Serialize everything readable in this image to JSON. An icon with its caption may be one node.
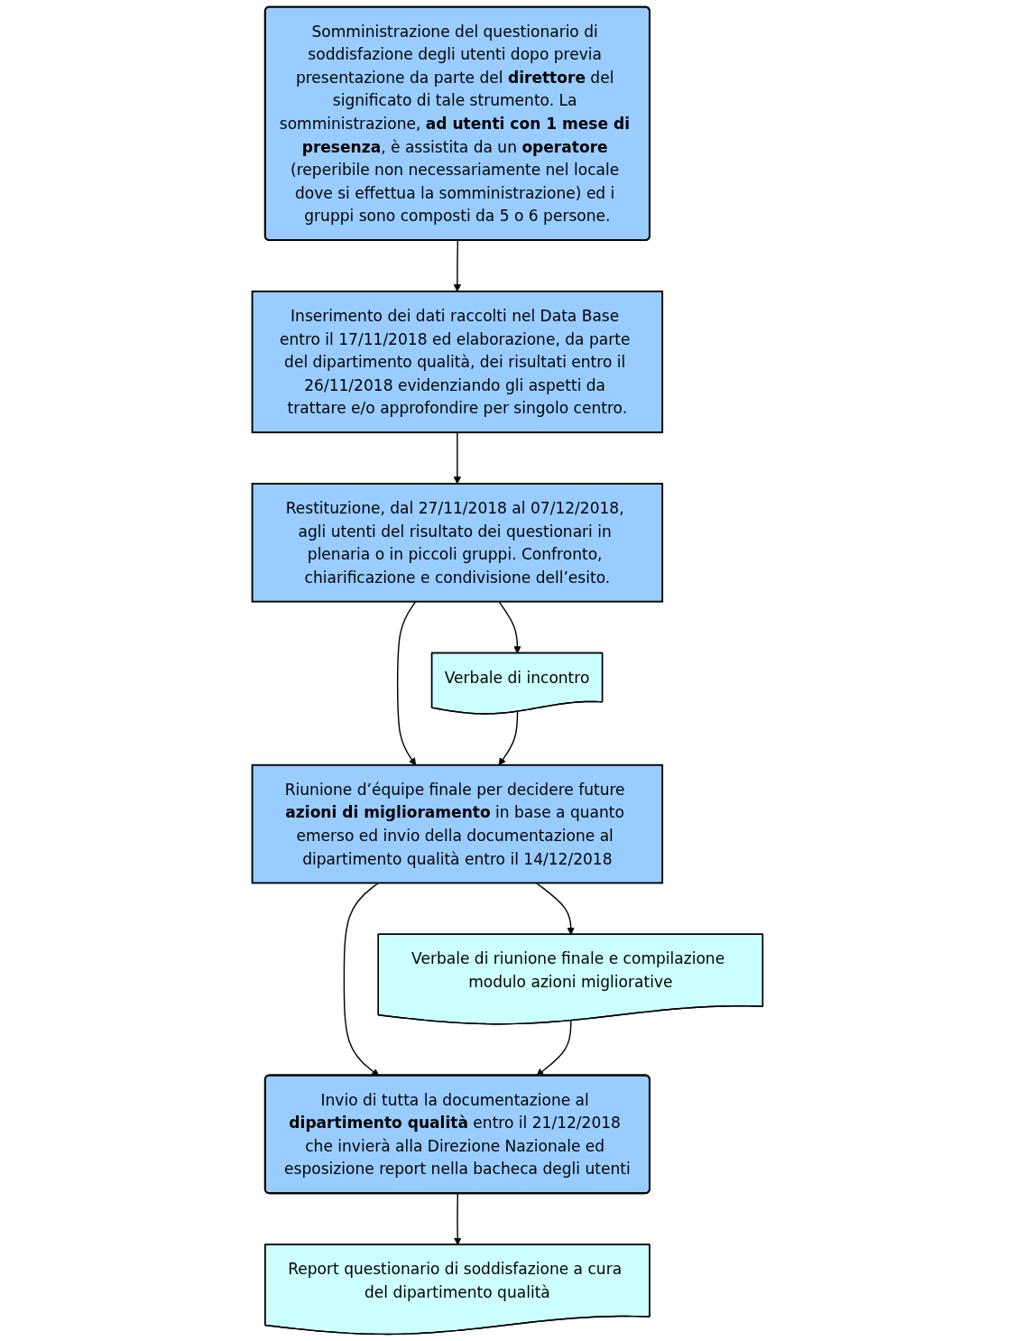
{
  "diagram": {
    "nodes": [
      {
        "text": [
          "Somministrazione del questionario di soddisfazione degli utenti dopo previa presentazione da parte del **direttore** del significato di tale strumento. La somministrazione, **ad utenti con 1 mese di presenza**, è assistita da un **operatore** (reperibile non necessariamente nel locale dove si effettua la somministrazione) ed i gruppi sono composti da 5 o 6 persone."
        ]
      },
      {
        "text": [
          "Inserimento dei dati raccolti nel Data Base entro il 17/11/2018 ed elaborazione, da parte del dipartimento qualità, dei risultati entro il 26/11/2018 evidenziando gli aspetti da trattare e/o approfondire per singolo centro."
        ]
      },
      {
        "text": [
          "Restituzione, dal 27/11/2018 al 07/12/2018, agli utenti del risultato dei questionari in plenaria o in piccoli gruppi. Confronto, chiarificazione e condivisione dell’esito."
        ]
      },
      {
        "text": [
          "Verbale di incontro"
        ]
      },
      {
        "text": [
          "Riunione d’équipe finale per decidere future **azioni di miglioramento** in base a quanto emerso ed invio della documentazione al dipartimento qualità entro il 14/12/2018"
        ]
      },
      {
        "text": [
          "Verbale di riunione finale e compilazione modulo azioni migliorative"
        ]
      },
      {
        "text": [
          "Invio di tutta la documentazione al **dipartimento qualità** entro il 21/12/2018 che invierà alla Direzione Nazionale ed esposizione report nella bacheca degli utenti"
        ]
      },
      {
        "text": [
          "Report questionario di soddisfazione a cura del dipartimento qualità"
        ]
      }
    ],
    "edges": [
      {
        "from": 0,
        "to": 1,
        "arrow": "to"
      },
      {
        "from": 1,
        "to": 2,
        "arrow": "to"
      },
      {
        "from": 2,
        "to": 3,
        "arrow": "to"
      },
      {
        "from": 2,
        "to": 4,
        "arrow": "to"
      },
      {
        "from": 3,
        "to": 4,
        "arrow": "to"
      },
      {
        "from": 4,
        "to": 5,
        "arrow": "to"
      },
      {
        "from": 4,
        "to": 6,
        "arrow": "to"
      },
      {
        "from": 5,
        "to": 6,
        "arrow": "to"
      },
      {
        "from": 6,
        "to": 7,
        "arrow": "to"
      }
    ]
  }
}
